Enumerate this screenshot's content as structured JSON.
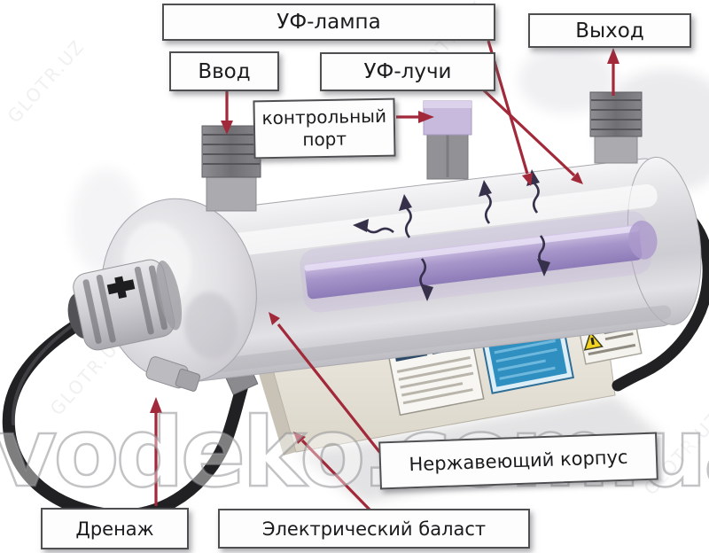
{
  "labels": {
    "uv_lamp": "УФ-лампа",
    "outlet": "Выход",
    "inlet": "Ввод",
    "uv_rays": "УФ-лучи",
    "control_port": "контрольный порт",
    "control_port_line1": "контрольный",
    "control_port_line2": "порт",
    "stainless_housing": "Нержавеющий корпус",
    "electrical_ballast": "Электрический баласт",
    "drain": "Дренаж"
  },
  "watermarks": {
    "main": "vodeko.com.ua",
    "diagonal": "GLOTR.UZ"
  },
  "colors": {
    "arrow_red": "#a2293a",
    "lamp_purple": "#ab99cc",
    "metal_light": "#ececee",
    "metal_mid": "#c9c9cd",
    "cable_black": "#212124",
    "label_border": "#4f4f52",
    "danger_red": "#cc2222",
    "blue_label": "#2e8fc0"
  }
}
